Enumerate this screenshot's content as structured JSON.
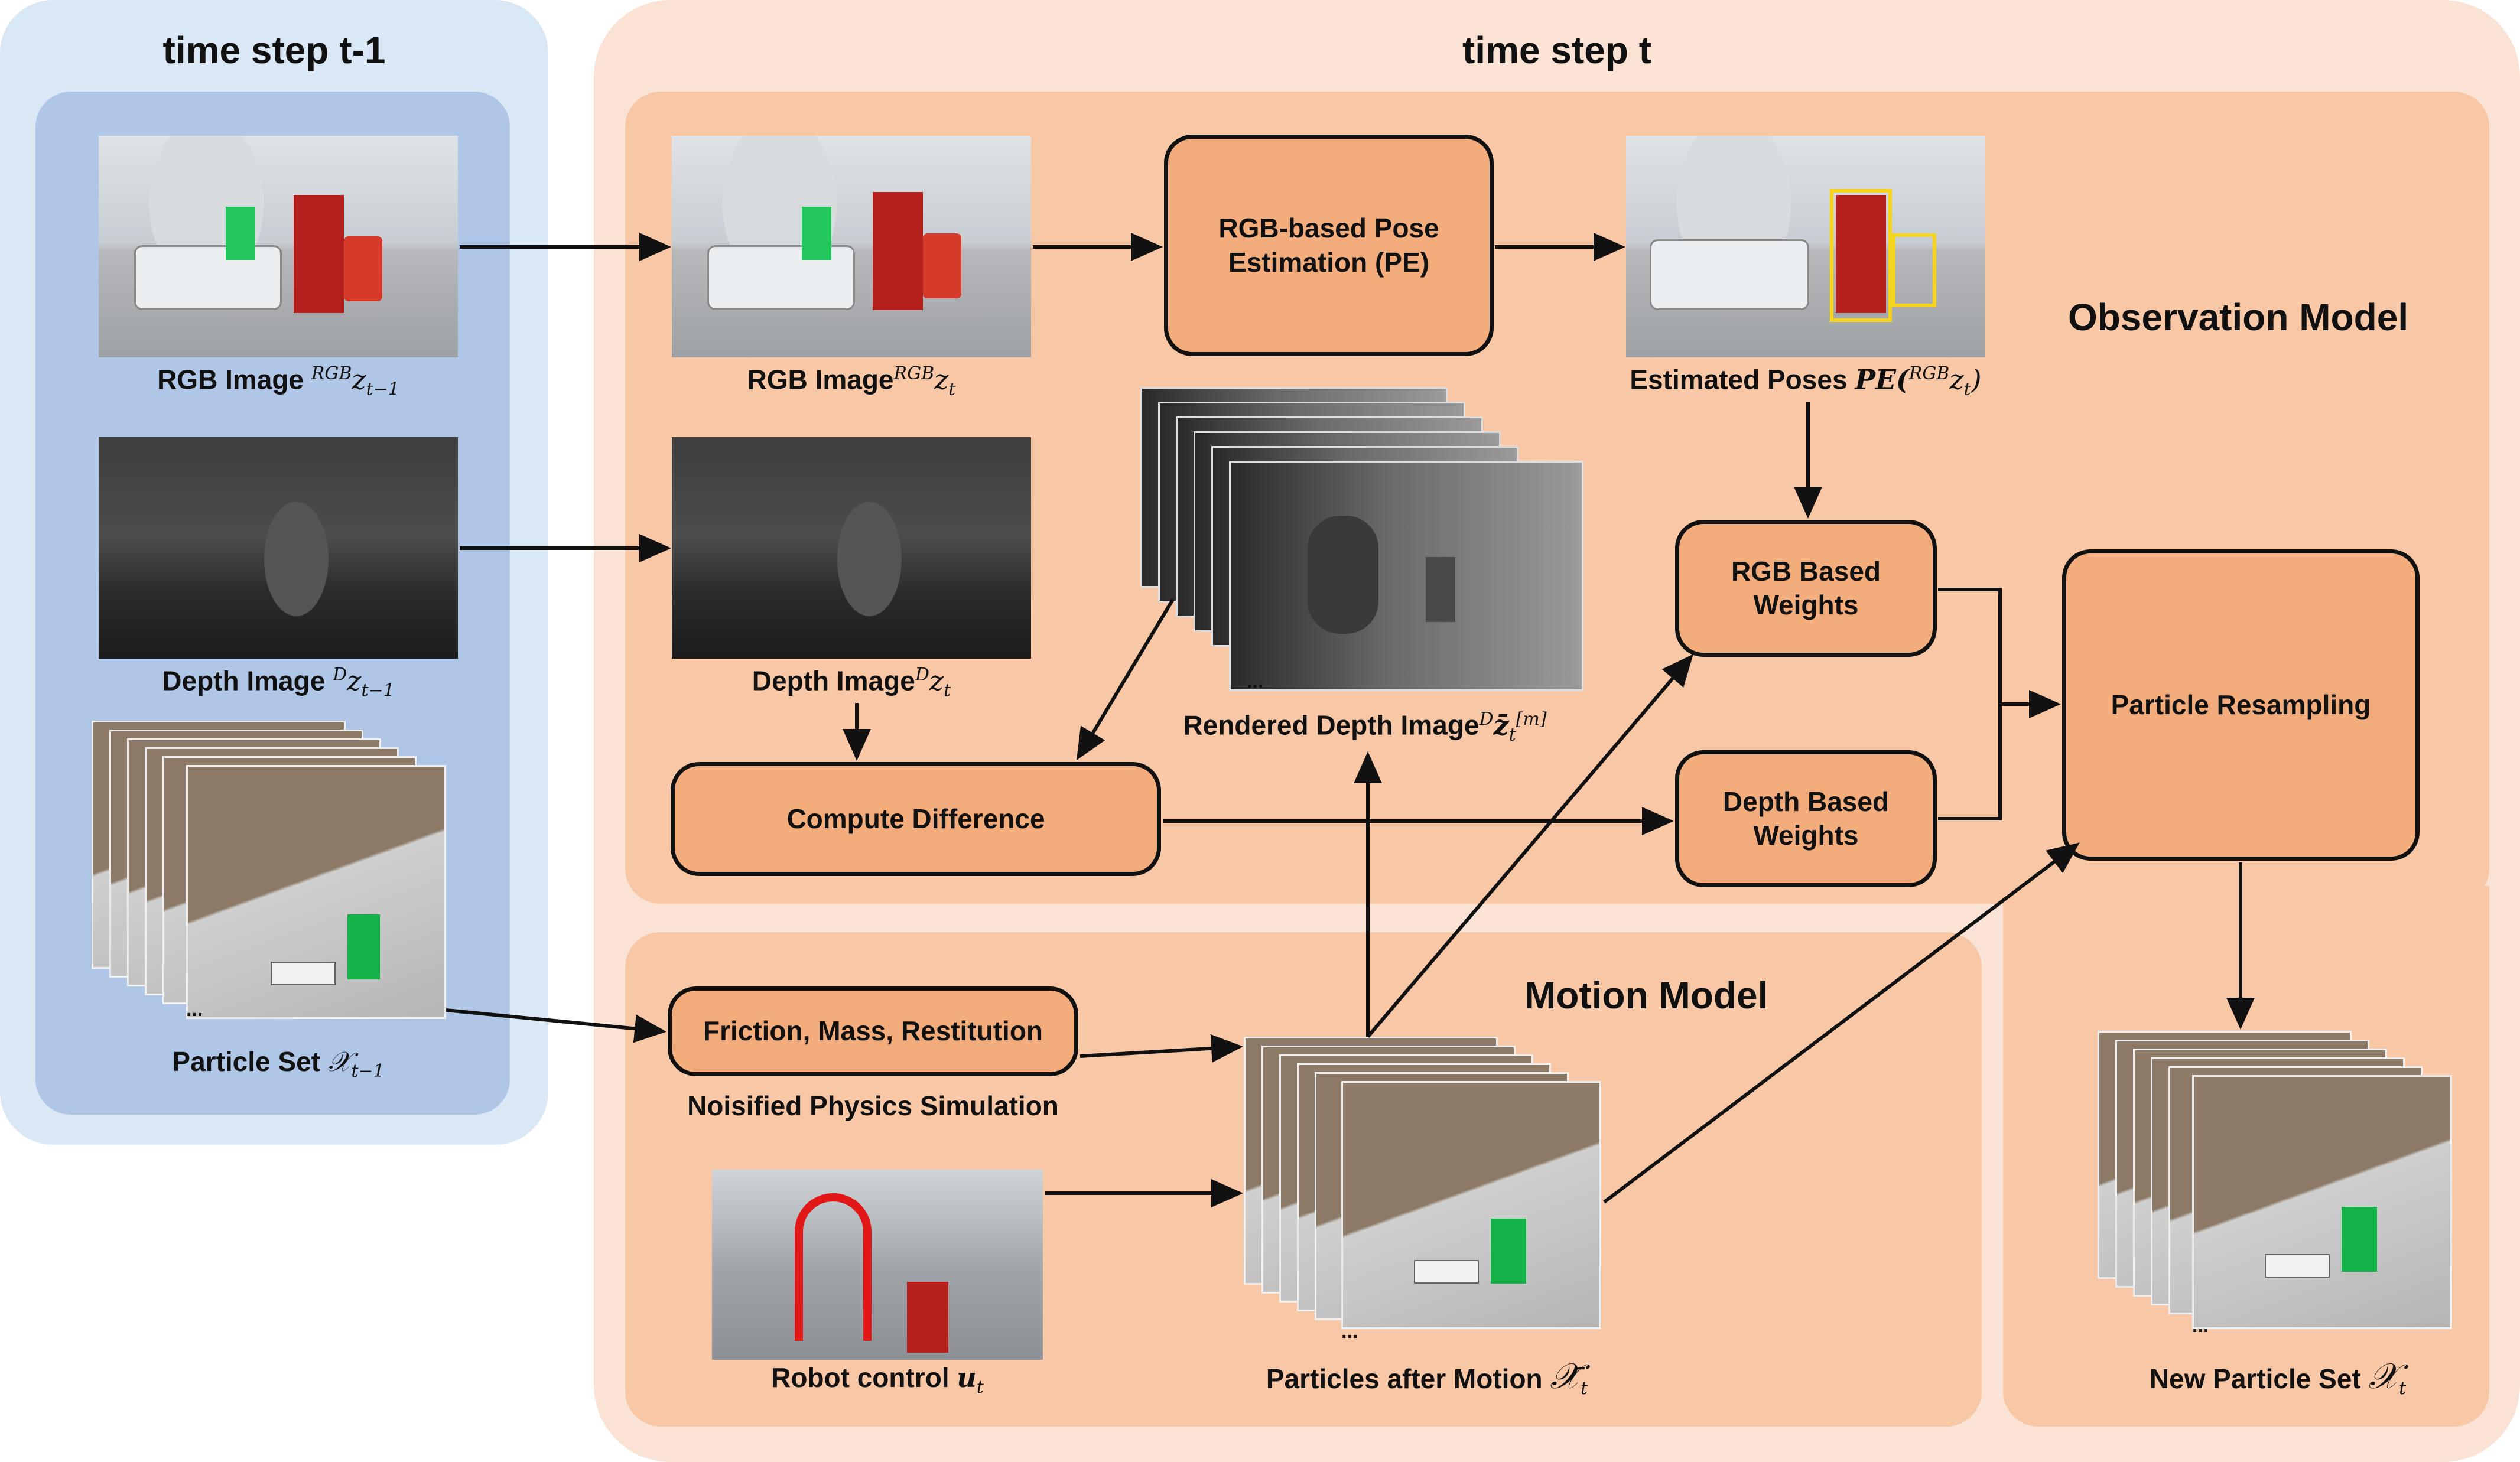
{
  "panels": {
    "prev_title": "time step t-1",
    "curr_title": "time step t",
    "observation_title": "Observation Model",
    "motion_title": "Motion Model"
  },
  "prev": {
    "rgb_caption": "RGB Image",
    "rgb_sup": "RGB",
    "rgb_var": "z",
    "rgb_sub": "t−1",
    "depth_caption": "Depth Image",
    "depth_sup": "D",
    "depth_var": "z",
    "depth_sub": "t−1",
    "particles_caption": "Particle Set",
    "particles_var": "𝒳",
    "particles_sub": "t−1",
    "ellipsis": "..."
  },
  "obs": {
    "rgb_caption": "RGB Image",
    "rgb_sup": "RGB",
    "rgb_var": "z",
    "rgb_sub": "t",
    "depth_caption": "Depth Image",
    "depth_sup": "D",
    "depth_var": "z",
    "depth_sub": "t",
    "pose_box": "RGB-based Pose Estimation (PE)",
    "estimated_caption": "Estimated Poses",
    "estimated_func": "PE(",
    "estimated_sup": "RGB",
    "estimated_var": "z",
    "estimated_sub": "t",
    "estimated_close": ")",
    "rendered_caption": "Rendered Depth Image",
    "rendered_sup": "D",
    "rendered_var": "z̄",
    "rendered_sub": "t",
    "rendered_index": "[m]",
    "rendered_ellipsis": "...",
    "compute_box": "Compute Difference",
    "rgb_weights_box": "RGB Based Weights",
    "depth_weights_box": "Depth Based Weights",
    "resampling_box": "Particle Resampling"
  },
  "motion": {
    "physics_box": "Friction, Mass, Restitution",
    "physics_caption": "Noisified Physics Simulation",
    "robot_caption": "Robot control",
    "robot_var": "u",
    "robot_sub": "t",
    "after_caption": "Particles after Motion",
    "after_var": "𝒳̄",
    "after_sub": "t",
    "ellipsis": "..."
  },
  "result": {
    "caption": "New Particle Set",
    "var": "𝒳",
    "sub": "t",
    "ellipsis": "..."
  },
  "colors": {
    "prev_outer": "#dae7f5",
    "prev_inner": "#b0c6e6",
    "curr_outer": "#fae3d4",
    "curr_inner": "#f7c7a6",
    "box_fill": "#f3ad7d",
    "stroke": "#111111",
    "bbox_yellow": "#f5d41a"
  }
}
